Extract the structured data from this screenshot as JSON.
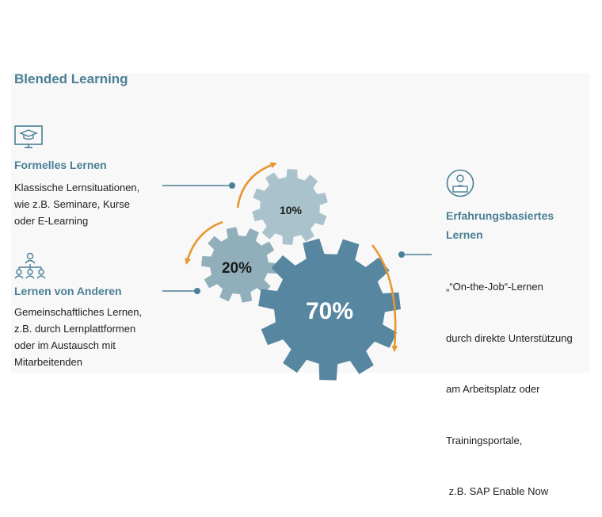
{
  "title": "Blended Learning",
  "formal": {
    "icon": "presentation-screen-icon",
    "heading": "Formelles Lernen",
    "lines": [
      "Klassische Lernsituationen,",
      "wie z.B. Seminare, Kurse",
      "oder E-Learning"
    ]
  },
  "social": {
    "icon": "org-chart-icon",
    "heading": "Lernen von Anderen",
    "lines": [
      "Gemeinschaftliches Lernen,",
      "z.B. durch Lernplattformen",
      "oder im Austausch mit",
      "Mitarbeitenden"
    ]
  },
  "experience": {
    "icon": "person-at-laptop-icon",
    "heading_lines": [
      "Erfahrungsbasiertes",
      "Lernen"
    ],
    "lines": [
      "„“On-the-Job“-Lernen",
      "durch direkte Unterstützung",
      "am Arbeitsplatz oder",
      "Trainingsportale,",
      " z.B. SAP Enable Now"
    ]
  },
  "gears": [
    {
      "label": "10%",
      "value": 10,
      "color": "#a9c2cb"
    },
    {
      "label": "20%",
      "value": 20,
      "color": "#90afbb"
    },
    {
      "label": "70%",
      "value": 70,
      "color": "#5787a0"
    }
  ],
  "colors": {
    "accent": "#4a7f96",
    "arrow": "#e8962e",
    "connector": "#4a7f96"
  }
}
